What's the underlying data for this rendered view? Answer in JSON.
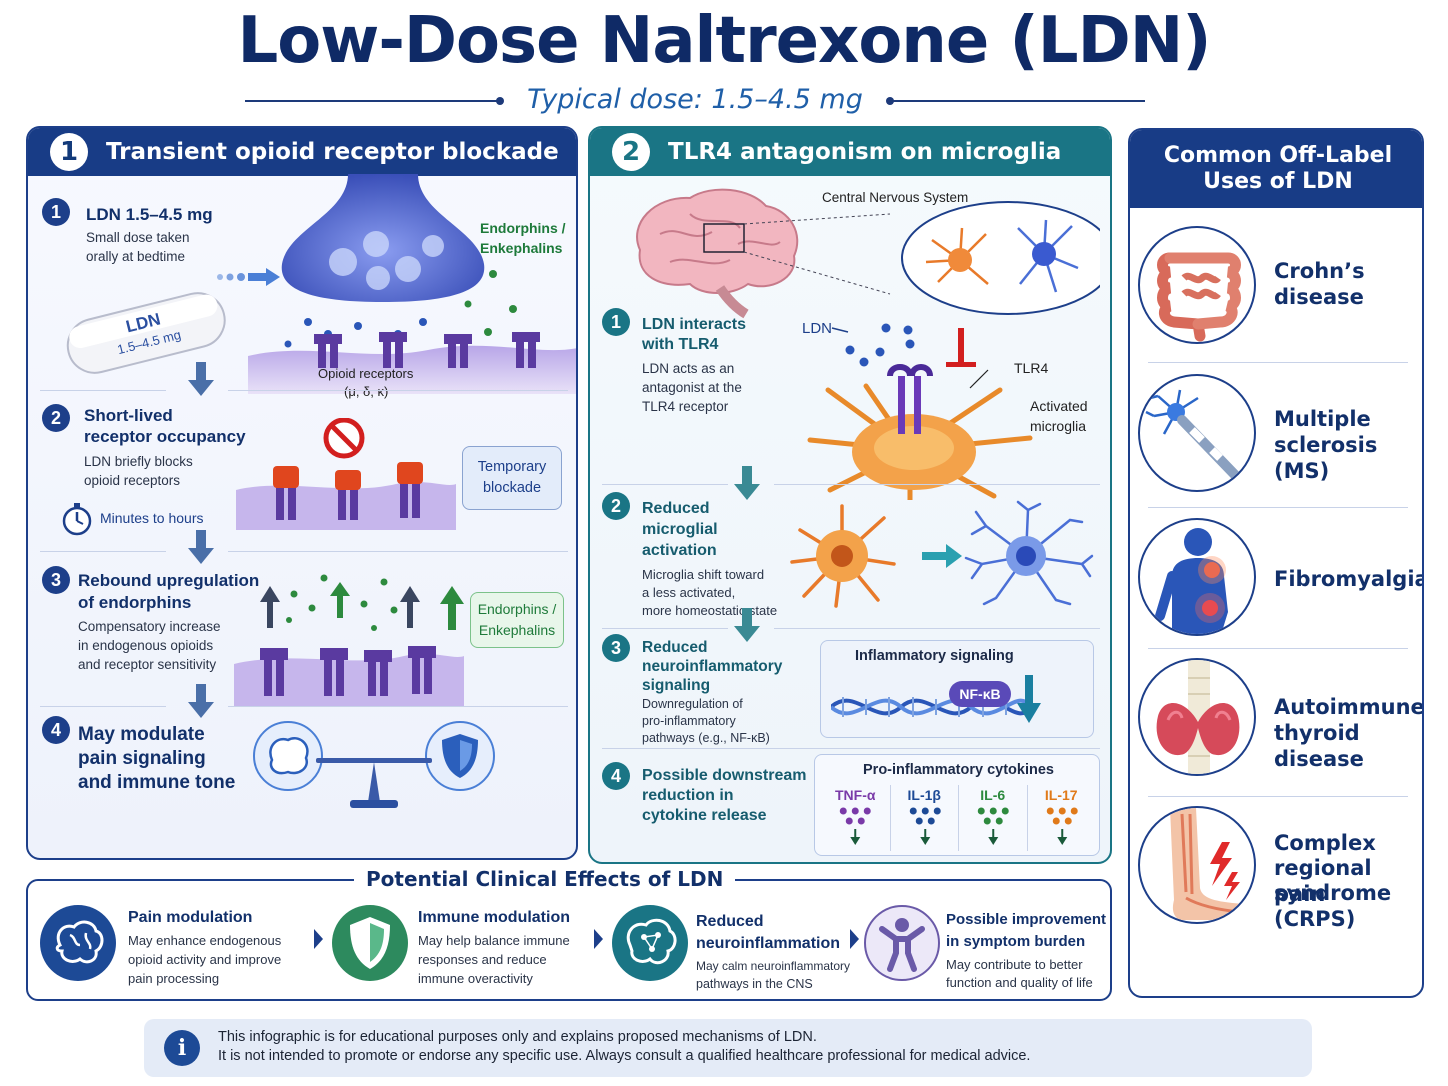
{
  "title": "Low-Dose Naltrexone (LDN)",
  "subtitle": "Typical dose: 1.5–4.5 mg",
  "panel1": {
    "number": "1",
    "heading": "Transient opioid receptor blockade",
    "pill_line1": "LDN",
    "pill_line2": "1.5–4.5 mg",
    "endorphins_top": "Endorphins /",
    "endorphins_bottom": "Enkephalins",
    "receptors_line1": "Opioid receptors",
    "receptors_line2": "(μ, δ, κ)",
    "steps": [
      {
        "num": "1",
        "title_1": "LDN 1.5–4.5 mg",
        "text_1": "Small dose taken",
        "text_2": "orally at bedtime"
      },
      {
        "num": "2",
        "title_1": "Short-lived",
        "title_2": "receptor occupancy",
        "text_1": "LDN briefly blocks",
        "text_2": "opioid receptors",
        "timer": "Minutes to hours",
        "callout_1": "Temporary",
        "callout_2": "blockade"
      },
      {
        "num": "3",
        "title_1": "Rebound upregulation",
        "title_2": "of endorphins",
        "text_1": "Compensatory increase",
        "text_2": "in endogenous opioids",
        "text_3": "and receptor sensitivity",
        "callout_1": "Endorphins /",
        "callout_2": "Enkephalins"
      },
      {
        "num": "4",
        "title_1": "May modulate",
        "title_2": "pain signaling",
        "title_3": "and immune tone"
      }
    ]
  },
  "panel2": {
    "number": "2",
    "heading": "TLR4 antagonism on microglia",
    "cns_label": "Central Nervous System",
    "ldn_label": "LDN",
    "tlr4_label": "TLR4",
    "activated_1": "Activated",
    "activated_2": "microglia",
    "steps": [
      {
        "num": "1",
        "title_1": "LDN interacts",
        "title_2": "with TLR4",
        "text_1": "LDN acts as an",
        "text_2": "antagonist at the",
        "text_3": "TLR4 receptor"
      },
      {
        "num": "2",
        "title_1": "Reduced",
        "title_2": "microglial",
        "title_3": "activation",
        "text_1": "Microglia shift toward",
        "text_2": "a less activated,",
        "text_3": "more homeostatic state"
      },
      {
        "num": "3",
        "title_1": "Reduced",
        "title_2": "neuroinflammatory",
        "title_3": "signaling",
        "text_1": "Downregulation of",
        "text_2": "pro-inflammatory",
        "text_3": "pathways (e.g., NF-κB)"
      },
      {
        "num": "4",
        "title_1": "Possible downstream",
        "title_2": "reduction in",
        "title_3": "cytokine release"
      }
    ],
    "inflammatory_title": "Inflammatory signaling",
    "nfkb_label": "NF-κB",
    "cytokines_title": "Pro-inflammatory cytokines",
    "cytokines": [
      {
        "name": "TNF-α",
        "color": "#7a3aa8"
      },
      {
        "name": "IL-1β",
        "color": "#1d4a96"
      },
      {
        "name": "IL-6",
        "color": "#2d8a3e"
      },
      {
        "name": "IL-17",
        "color": "#e07a1a"
      }
    ]
  },
  "uses": {
    "heading_1": "Common Off-Label",
    "heading_2": "Uses of  LDN",
    "items": [
      {
        "line_1": "Crohn’s",
        "line_2": "disease",
        "icon": "intestine-icon"
      },
      {
        "line_1": "Multiple",
        "line_2": "sclerosis (MS)",
        "icon": "neuron-icon"
      },
      {
        "line_1": "Fibromyalgia",
        "icon": "body-pain-icon"
      },
      {
        "line_1": "Autoimmune",
        "line_2": "thyroid disease",
        "icon": "thyroid-icon"
      },
      {
        "line_1": "Complex",
        "line_2": "regional pain",
        "line_3": "syndrome (CRPS)",
        "icon": "leg-pain-icon"
      }
    ]
  },
  "effects": {
    "heading": "Potential Clinical Effects of LDN",
    "items": [
      {
        "title_1": "Pain modulation",
        "text_1": "May enhance endogenous",
        "text_2": "opioid activity and improve",
        "text_3": "pain processing",
        "icon": "brain-icon",
        "color": "#1d4a96"
      },
      {
        "title_1": "Immune modulation",
        "text_1": "May help balance immune",
        "text_2": "responses and reduce",
        "text_3": "immune overactivity",
        "icon": "shield-icon",
        "color": "#2d8a5e"
      },
      {
        "title_1": "Reduced",
        "title_2": "neuroinflammation",
        "text_1": "May calm neuroinflammatory",
        "text_2": "pathways in the CNS",
        "icon": "brain-network-icon",
        "color": "#1a7585"
      },
      {
        "title_1": "Possible improvement",
        "title_2": "in symptom burden",
        "text_1": "May contribute to better",
        "text_2": "function and quality of life",
        "icon": "person-icon",
        "color": "#6a5aa8"
      }
    ]
  },
  "disclaimer": {
    "line_1": "This infographic is for educational purposes only and explains proposed mechanisms of LDN.",
    "line_2": "It is not intended to promote or endorse any specific use. Always consult a qualified healthcare professional for medical advice.",
    "icon": "info-icon"
  }
}
